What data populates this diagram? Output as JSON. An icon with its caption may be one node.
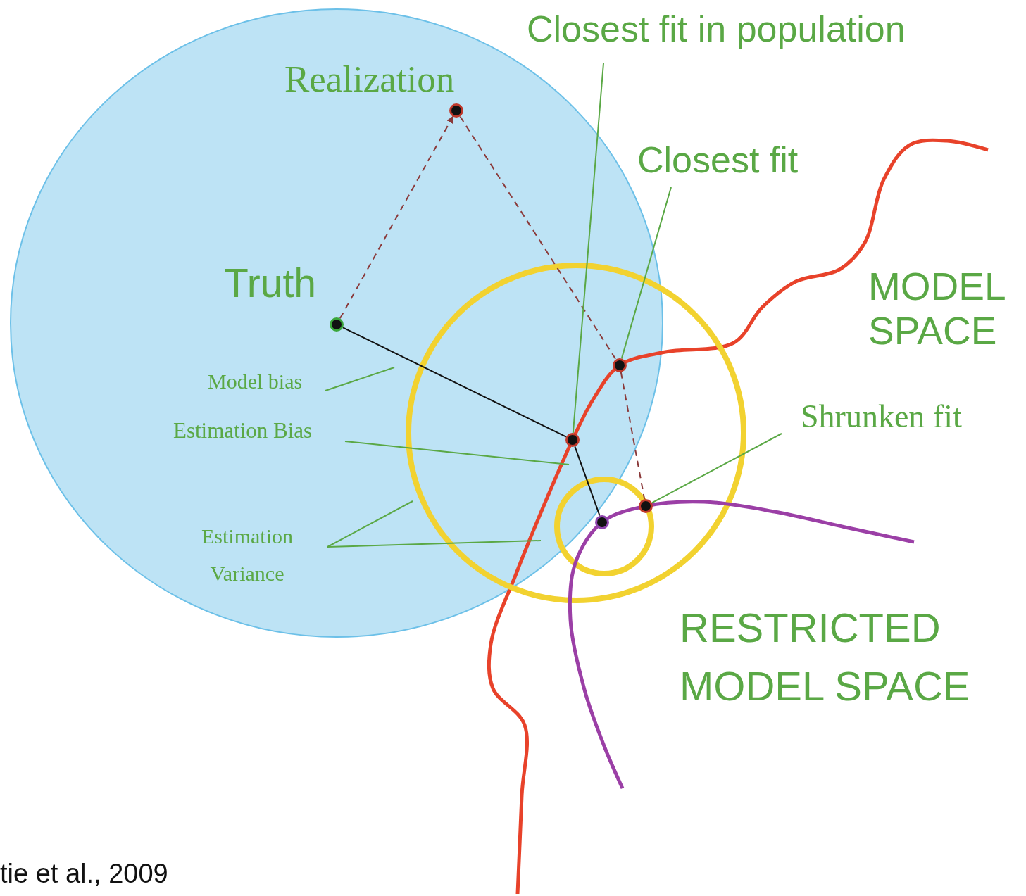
{
  "diagram": {
    "nodes": [
      {
        "text": [
          "Closest fit in population"
        ]
      },
      {
        "text": [],
        "shape": "circle",
        "beside": [
          "Realization"
        ]
      },
      {
        "text": [
          "Closest fit"
        ]
      },
      {
        "text": [],
        "shape": "circle",
        "beside": [
          "Truth"
        ]
      },
      {
        "text": [
          "Model bias"
        ]
      },
      {
        "text": [],
        "shape": "circle"
      },
      {
        "text": [
          "Shrunken fit"
        ]
      },
      {
        "text": [
          "Estimation Bias"
        ]
      },
      {
        "text": [],
        "shape": "circle"
      },
      {
        "text": [],
        "shape": "circle"
      },
      {
        "text": [],
        "shape": "circle"
      },
      {
        "text": [
          "Estimation Variance"
        ]
      }
    ],
    "edges": [
      {
        "from": 3,
        "to": 1,
        "arrow": "to",
        "style": "dashed",
        "color": "#8b3a3a"
      },
      {
        "from": 1,
        "to": 5,
        "arrow": "none",
        "style": "dashed",
        "color": "#8b3a3a"
      },
      {
        "from": 5,
        "to": 9,
        "arrow": "none",
        "style": "dashed",
        "color": "#8b3a3a"
      },
      {
        "from": 3,
        "to": 8,
        "arrow": "none",
        "color": "#111111"
      },
      {
        "from": 8,
        "to": 10,
        "arrow": "none",
        "color": "#111111"
      },
      {
        "from": 0,
        "to": 8,
        "arrow": "none"
      },
      {
        "from": 2,
        "to": 5,
        "arrow": "none"
      },
      {
        "from": 4,
        "to": null,
        "arrow": "none"
      },
      {
        "from": 7,
        "to": null,
        "arrow": "none"
      },
      {
        "from": 11,
        "to": null,
        "arrow": "none"
      },
      {
        "from": 11,
        "to": null,
        "arrow": "none"
      },
      {
        "from": 6,
        "to": 9,
        "arrow": "none"
      }
    ],
    "labels": [
      "MODEL SPACE",
      "RESTRICTED MODEL SPACE",
      "tie et al., 2009"
    ]
  }
}
